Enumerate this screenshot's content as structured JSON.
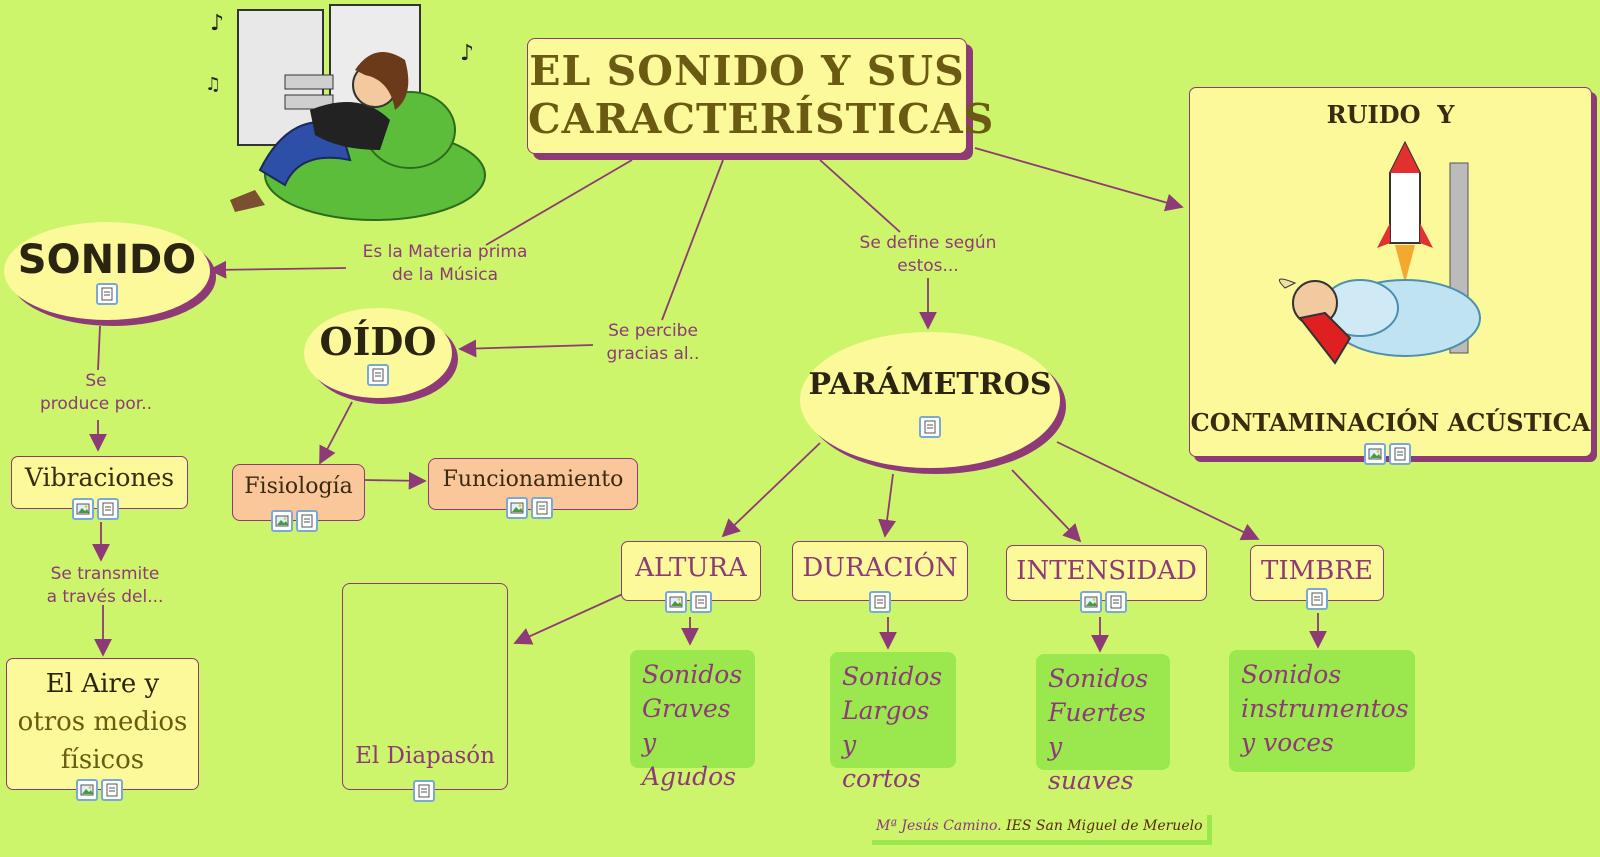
{
  "title": {
    "line1": "EL SONIDO Y SUS",
    "line2": "CARACTERÍSTICAS"
  },
  "nodes": {
    "sonido": "SONIDO",
    "oido": "OÍDO",
    "parametros": "PARÁMETROS",
    "vibraciones": "Vibraciones",
    "aire_line1": "El Aire y",
    "aire_line2": "otros medios",
    "aire_line3": "físicos",
    "fisiologia": "Fisiología",
    "funcionamiento": "Funcionamiento",
    "diapason": "El Diapasón",
    "altura": "ALTURA",
    "duracion": "DURACIÓN",
    "intensidad": "INTENSIDAD",
    "timbre": "TIMBRE",
    "ruido_top": "RUIDO  Y",
    "ruido_bottom": "CONTAMINACIÓN ACÚSTICA"
  },
  "results": {
    "altura": [
      "Sonidos",
      "Graves y",
      "Agudos"
    ],
    "duracion": [
      "Sonidos",
      "Largos y",
      "cortos"
    ],
    "intensidad": [
      "Sonidos",
      "Fuertes y",
      "suaves"
    ],
    "timbre": [
      "Sonidos",
      "instrumentos",
      "y voces"
    ]
  },
  "links": {
    "materia_l1": "Es la Materia prima",
    "materia_l2": "de la Música",
    "percibe_l1": "Se percibe",
    "percibe_l2": "gracias al..",
    "define_l1": "Se define según",
    "define_l2": "estos...",
    "produce_l1": "Se",
    "produce_l2": "produce por..",
    "transmite_l1": "Se transmite",
    "transmite_l2": "a través del..."
  },
  "credit": {
    "author": "Mª Jesús Camino.",
    "school": "IES San Miguel de Meruelo"
  },
  "colors": {
    "background": "#ccf56b",
    "node": "#fbf99a",
    "accent": "#8e3a77",
    "peach": "#fac79b",
    "green": "#9ae84e"
  },
  "icons": [
    "image-icon",
    "document-icon"
  ]
}
